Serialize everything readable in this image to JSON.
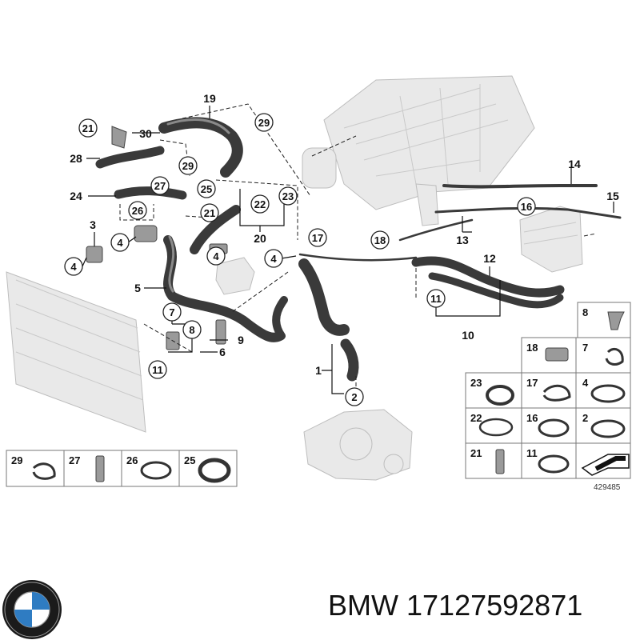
{
  "callouts": {
    "c1": "1",
    "c2": "2",
    "c3": "3",
    "c4": "4",
    "c5": "5",
    "c6": "6",
    "c7": "7",
    "c8": "8",
    "c9": "9",
    "c10": "10",
    "c11": "11",
    "c12": "12",
    "c13": "13",
    "c14": "14",
    "c15": "15",
    "c16": "16",
    "c17": "17",
    "c18": "18",
    "c19": "19",
    "c20": "20",
    "c21": "21",
    "c22": "22",
    "c23": "23",
    "c24": "24",
    "c25": "25",
    "c26": "26",
    "c27": "27",
    "c28": "28",
    "c29": "29",
    "c30": "30"
  },
  "bottom_legend": [
    "29",
    "27",
    "26",
    "25"
  ],
  "right_legend": [
    "8",
    "18",
    "7",
    "23",
    "17",
    "4",
    "22",
    "16",
    "2",
    "21",
    "11"
  ],
  "drawing_ref": "429485",
  "brand": "BMW",
  "part_number": "17127592871",
  "colors": {
    "hose": "#3a3a3a",
    "ghost": "#e9e9e9",
    "text": "#111111"
  },
  "icons": [
    "bmw-logo-icon",
    "arrow-icon"
  ]
}
